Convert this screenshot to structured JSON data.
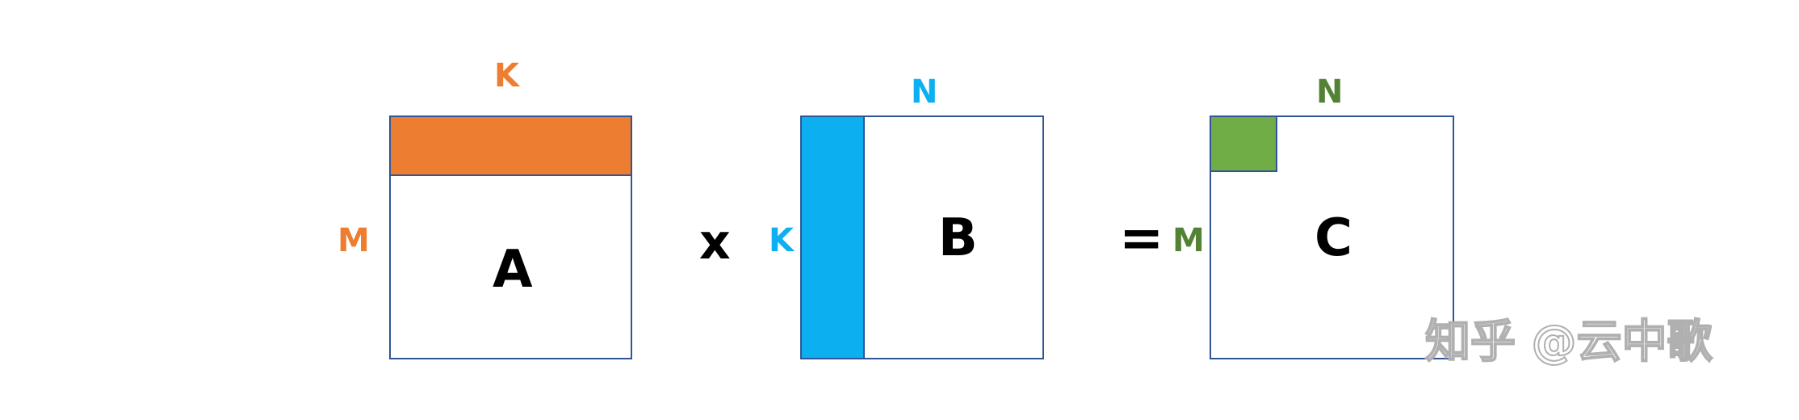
{
  "matrices": {
    "a": {
      "name": "A",
      "rows_label": "M",
      "cols_label": "K",
      "highlight": "row"
    },
    "b": {
      "name": "B",
      "rows_label": "K",
      "cols_label": "N",
      "highlight": "column"
    },
    "c": {
      "name": "C",
      "rows_label": "M",
      "cols_label": "N",
      "highlight": "element"
    }
  },
  "operators": {
    "multiply": "x",
    "equals": "="
  },
  "colors": {
    "a_accent": "#ed7d31",
    "b_accent": "#0cb0f0",
    "c_accent": "#548235",
    "c_block_fill": "#70ad47",
    "border": "#2f5597"
  },
  "watermark": "知乎 @云中歌"
}
